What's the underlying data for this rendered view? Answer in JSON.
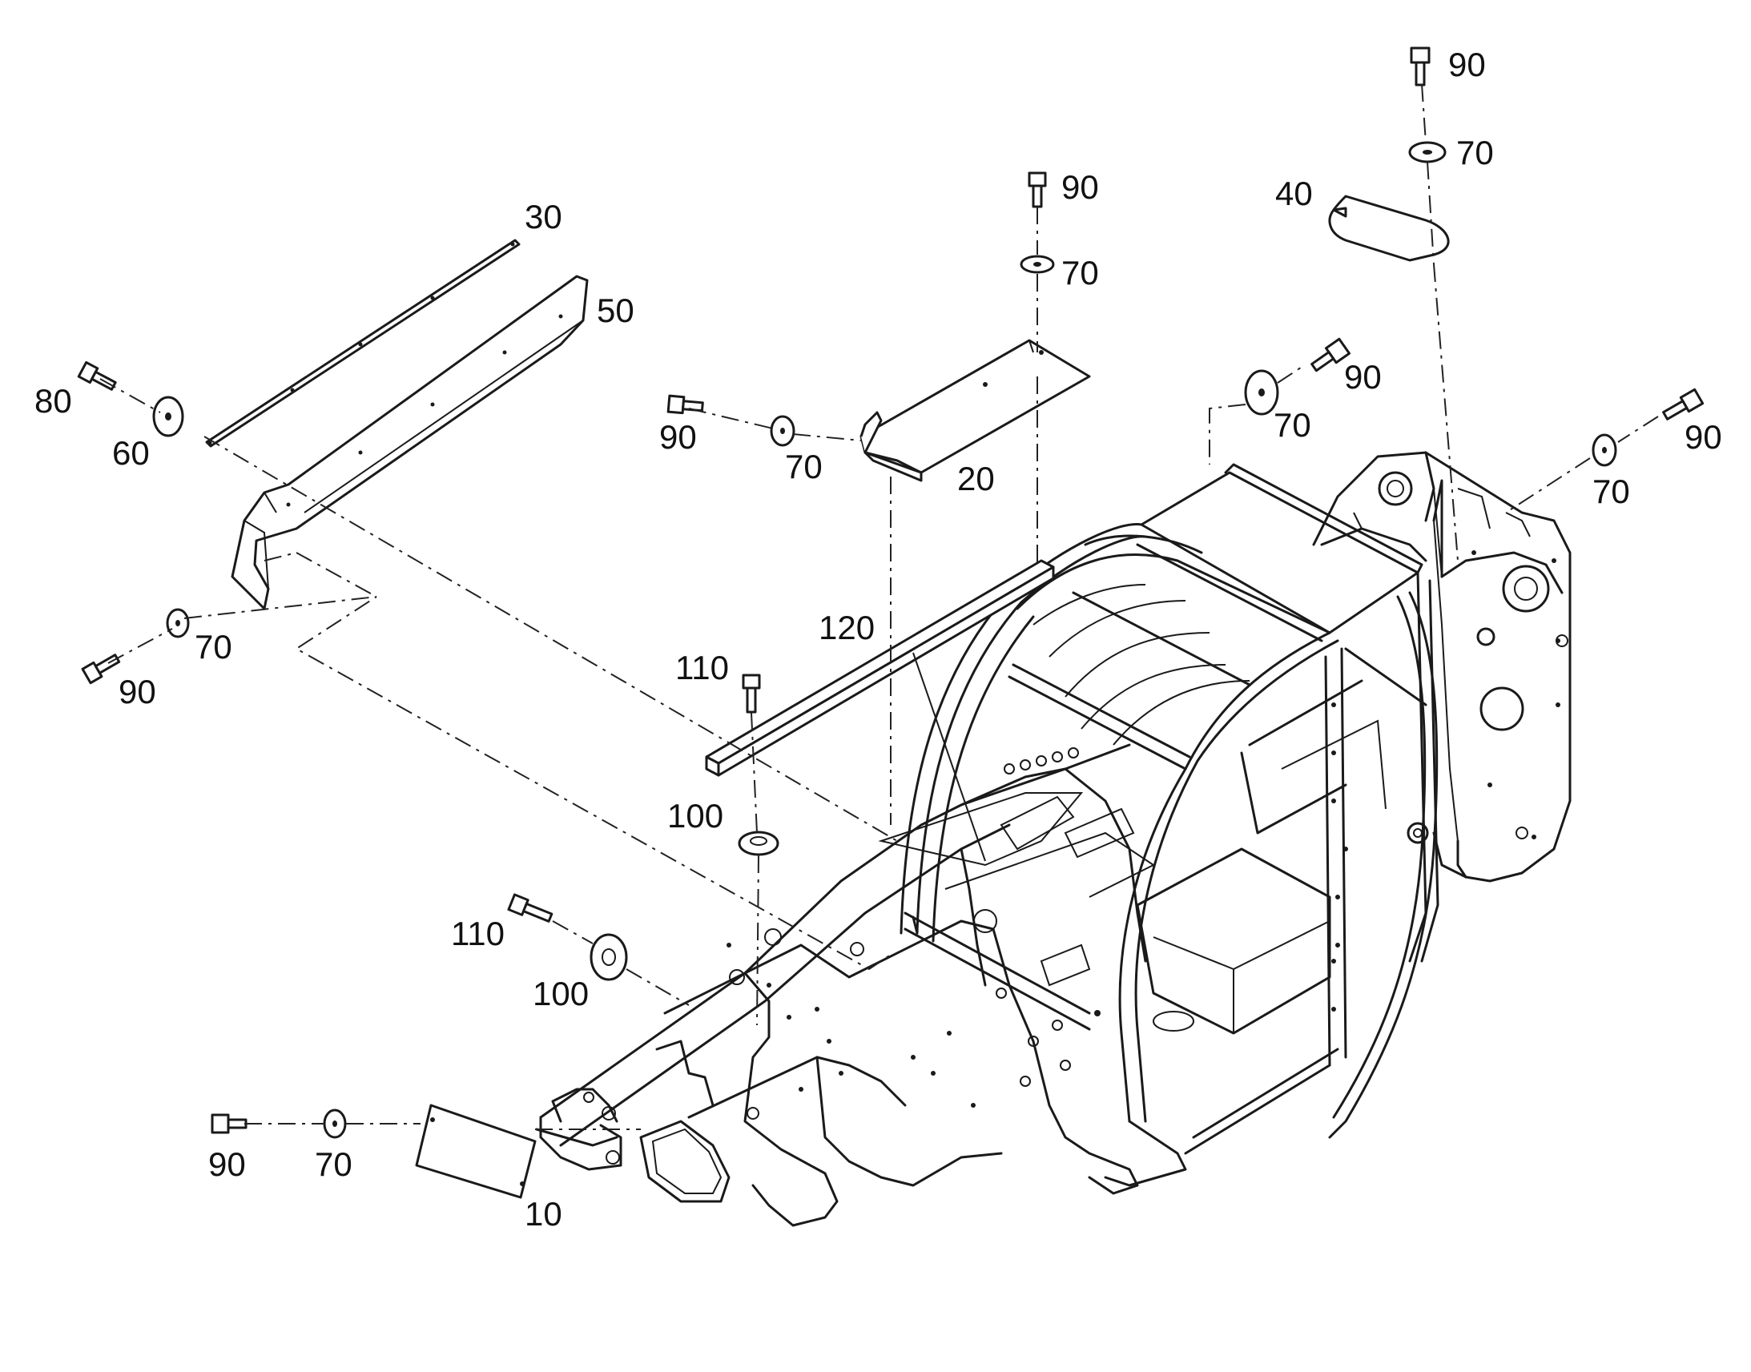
{
  "callouts": {
    "c10": "10",
    "c20": "20",
    "c30": "30",
    "c40": "40",
    "c50": "50",
    "c60": "60",
    "c70_a": "70",
    "c70_b": "70",
    "c70_c": "70",
    "c70_d": "70",
    "c70_e": "70",
    "c70_f": "70",
    "c70_g": "70",
    "c80": "80",
    "c90_a": "90",
    "c90_b": "90",
    "c90_c": "90",
    "c90_d": "90",
    "c90_e": "90",
    "c90_f": "90",
    "c90_g": "90",
    "c100_a": "100",
    "c100_b": "100",
    "c110_a": "110",
    "c110_b": "110",
    "c120": "120"
  }
}
